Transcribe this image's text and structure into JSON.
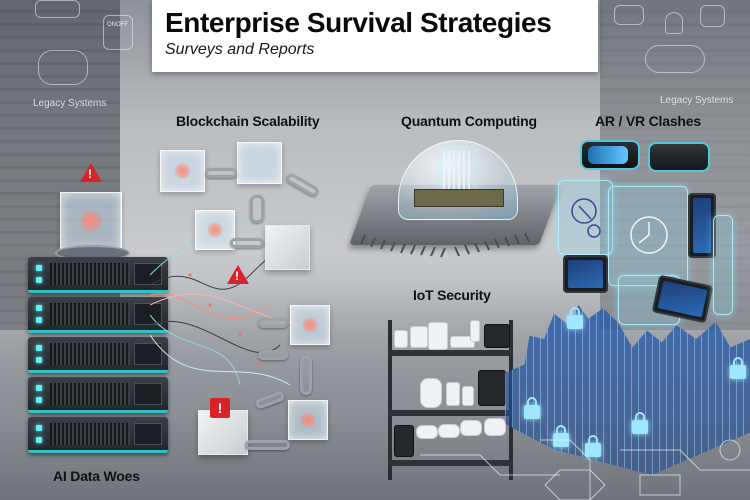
{
  "header": {
    "title": "Enterprise Survival Strategies",
    "subtitle": "Surveys and Reports"
  },
  "sections": [
    {
      "id": "legacy-left",
      "label": "Legacy Systems"
    },
    {
      "id": "legacy-right",
      "label": "Legacy Systems"
    },
    {
      "id": "blockchain",
      "label": "Blockchain Scalability"
    },
    {
      "id": "quantum",
      "label": "Quantum Computing"
    },
    {
      "id": "arvr",
      "label": "AR / VR Clashes"
    },
    {
      "id": "iot",
      "label": "IoT Security"
    },
    {
      "id": "ai",
      "label": "AI Data Woes"
    }
  ],
  "icons": {
    "warning": "!",
    "ghost_diagram_text": "ONOFF"
  },
  "colors": {
    "title_bg": "#ffffff",
    "title_text": "#0a0a0a",
    "warning_red": "#d8232a",
    "accent_cyan": "#2fc3c9",
    "hologram_blue": "#9fe6ff",
    "city_blue": "#285aaa"
  }
}
